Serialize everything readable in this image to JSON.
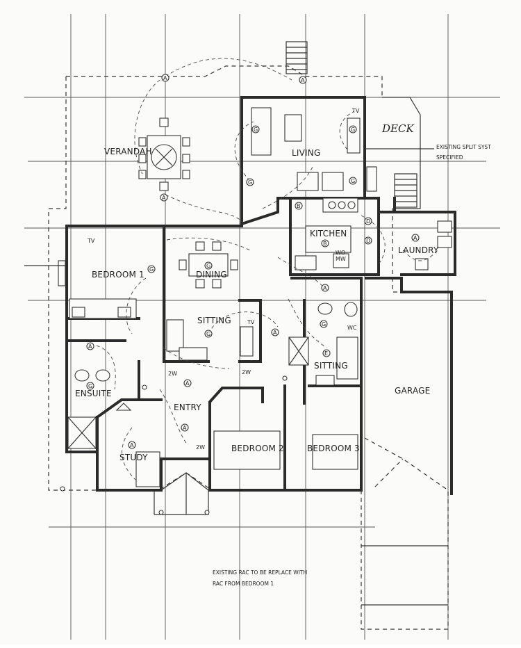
{
  "rooms": {
    "verandah": "VERANDAH",
    "living": "LIVING",
    "deck": "DECK",
    "kitchen": "KITCHEN",
    "laundry": "LAUNDRY",
    "bedroom1": "BEDROOM 1",
    "dining": "DINING",
    "sitting_center": "SITTING",
    "sitting_right": "SITTING",
    "ensuite": "ENSUITE",
    "entry": "ENTRY",
    "study": "STUDY",
    "bedroom2": "BEDROOM 2",
    "bedroom3": "BEDROOM 3",
    "garage": "GARAGE"
  },
  "notes": {
    "split_system_line1": "EXISTING SPLIT SYST",
    "split_system_line2": "SPECIFIED",
    "rac_line1": "EXISTING RAC TO BE REPLACE WITH",
    "rac_line2": "RAC  FROM BEDROOM 1"
  },
  "symbols": {
    "tv": "TV",
    "two_way": "2W",
    "wo": "WO",
    "mw": "MW",
    "wc": "WC"
  },
  "colors": {
    "line": "#2a2a2a",
    "paper": "#fbfbfa"
  }
}
